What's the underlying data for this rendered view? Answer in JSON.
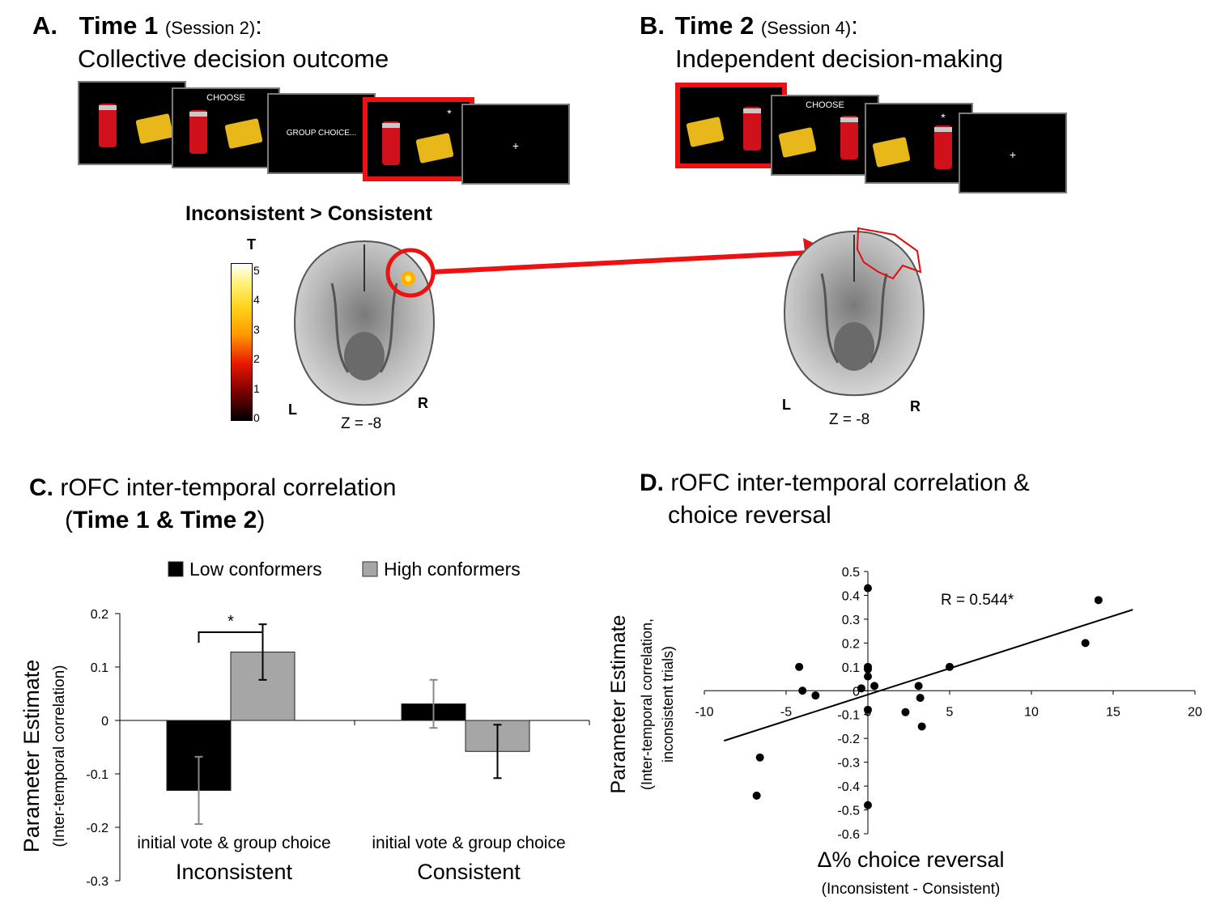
{
  "panelA": {
    "letter": "A.",
    "time": "Time 1",
    "session": "(Session 2)",
    "colon": ":",
    "subtitle": "Collective decision outcome",
    "screens": [
      "",
      "CHOOSE",
      "GROUP CHOICE...",
      "*",
      "+"
    ],
    "contrast_title": "Inconsistent > Consistent",
    "colorbar_label": "T",
    "colorbar_ticks": [
      "5",
      "4",
      "3",
      "2",
      "1",
      "0"
    ],
    "left": "L",
    "right": "R",
    "z": "Z = -8"
  },
  "panelB": {
    "letter": "B.",
    "time": "Time 2",
    "session": "(Session 4)",
    "colon": ":",
    "subtitle": "Independent decision-making",
    "screens": [
      "",
      "CHOOSE",
      "*",
      "+"
    ],
    "left": "L",
    "right": "R",
    "z": "Z = -8"
  },
  "panelC": {
    "letter": "C.",
    "title_line1": "rOFC inter-temporal correlation",
    "title_open": "(",
    "title_bold": "Time 1 & Time 2",
    "title_close": ")",
    "ylabel": "Parameter  Estimate",
    "ylabel_sub": "(Inter-temporal correlation)",
    "group_sub": [
      "initial vote & group choice",
      "initial vote & group choice"
    ],
    "star": "*"
  },
  "panelD": {
    "letter": "D.",
    "title_line1": "rOFC inter-temporal correlation &",
    "title_line2": "choice reversal",
    "ylabel": "Parameter Estimate",
    "ylabel_sub1": "(Inter-temporal correlation,",
    "ylabel_sub2": "inconsistent trials)",
    "xlabel": "Δ% choice reversal",
    "xlabel_sub": "(Inconsistent - Consistent)",
    "annotation": "R = 0.544*"
  },
  "chart_data": [
    {
      "type": "bar",
      "categories": [
        "Inconsistent",
        "Consistent"
      ],
      "series": [
        {
          "name": "Low conformers",
          "values": [
            -0.131,
            0.031
          ],
          "errors": [
            0.063,
            0.045
          ],
          "color": "#000000"
        },
        {
          "name": "High conformers",
          "values": [
            0.128,
            -0.058
          ],
          "errors": [
            0.052,
            0.05
          ],
          "color": "#a6a6a6"
        }
      ],
      "yticks": [
        "0.2",
        "0.1",
        "0",
        "-0.1",
        "-0.2",
        "-0.3"
      ],
      "ylim": [
        -0.3,
        0.2
      ],
      "legend": "top"
    },
    {
      "type": "scatter",
      "points": [
        [
          -6.8,
          -0.44
        ],
        [
          -6.6,
          -0.28
        ],
        [
          -4.2,
          0.1
        ],
        [
          -4.0,
          0.0
        ],
        [
          -3.2,
          -0.02
        ],
        [
          -0.4,
          0.01
        ],
        [
          0.0,
          0.43
        ],
        [
          0.0,
          0.1
        ],
        [
          0.0,
          0.09
        ],
        [
          0.0,
          0.06
        ],
        [
          0.0,
          -0.08
        ],
        [
          0.0,
          -0.48
        ],
        [
          0.4,
          0.02
        ],
        [
          2.3,
          -0.09
        ],
        [
          3.1,
          0.02
        ],
        [
          3.2,
          -0.03
        ],
        [
          3.3,
          -0.15
        ],
        [
          5.0,
          0.1
        ],
        [
          13.3,
          0.2
        ],
        [
          14.1,
          0.38
        ]
      ],
      "fit_line": [
        [
          -8.8,
          -0.21
        ],
        [
          16.2,
          0.34
        ]
      ],
      "xticks": [
        "-10",
        "-5",
        "0",
        "5",
        "10",
        "15",
        "20"
      ],
      "yticks": [
        "0.5",
        "0.4",
        "0.3",
        "0.2",
        "0.1",
        "0",
        "-0.1",
        "-0.2",
        "-0.3",
        "-0.4",
        "-0.5",
        "-0.6"
      ],
      "xlim": [
        -10,
        20
      ],
      "ylim": [
        -0.6,
        0.5
      ]
    }
  ]
}
